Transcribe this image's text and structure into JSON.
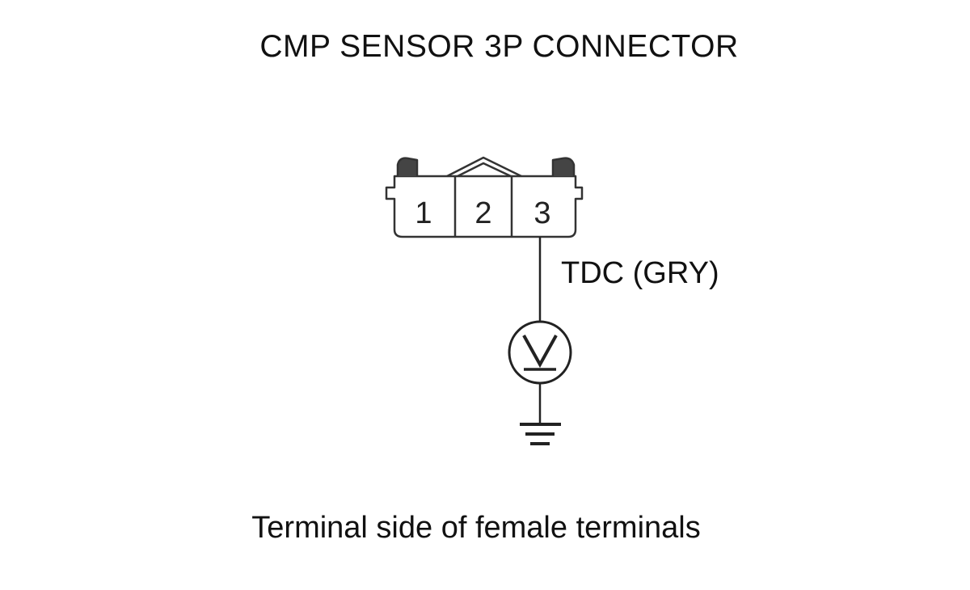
{
  "title": "CMP SENSOR 3P CONNECTOR",
  "caption": "Terminal side of female terminals",
  "connector": {
    "pins": [
      {
        "number": "1"
      },
      {
        "number": "2"
      },
      {
        "number": "3"
      }
    ]
  },
  "wire": {
    "label": "TDC (GRY)",
    "pin": "3"
  },
  "meter": {
    "symbol": "V",
    "icon": "voltmeter-icon"
  },
  "ground": {
    "icon": "ground-icon"
  }
}
